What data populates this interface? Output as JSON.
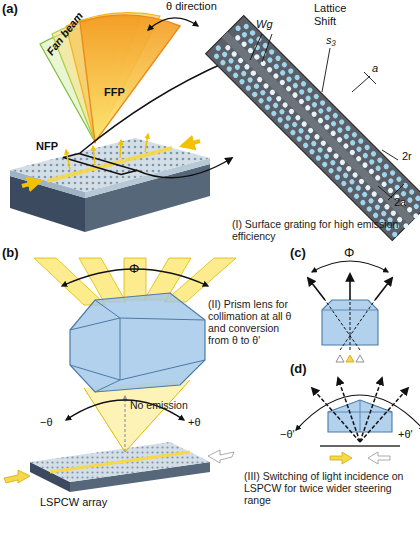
{
  "diagram": {
    "labels": [
      "(a)",
      "θ direction",
      "Fan beam",
      "FFP",
      "NFP",
      "Wg",
      "Lattice Shift",
      "s₃",
      "a",
      "2r",
      "2a",
      "(I) Surface grating for high emission efficiency",
      "(b)",
      "Φ",
      "(II) Prism lens for collimation at all θ and conversion from θ to θ'",
      "No emission",
      "−θ",
      "+θ",
      "LSPCW array",
      "(c)",
      "Φ",
      "(d)",
      "−θ'",
      "+θ'",
      "(III) Switching of light incidence on LSPCW for twice wider steering range"
    ]
  }
}
